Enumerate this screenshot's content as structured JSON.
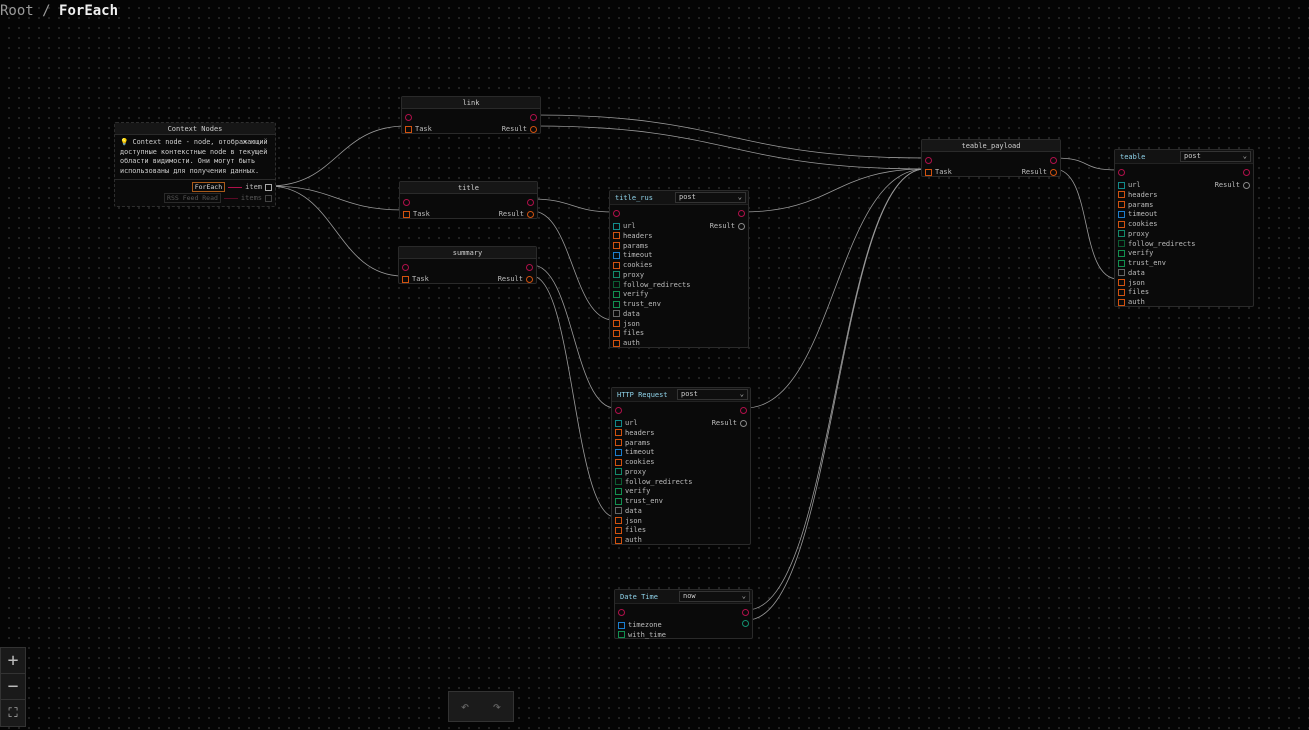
{
  "breadcrumb": {
    "root": "Root",
    "separator": "/",
    "current": "ForEach"
  },
  "context_node": {
    "title": "Context Nodes",
    "description": "💡 Context node - node, отображающий доступные контекстные node в текущей области видимости. Они могут быть использованы для получения данных.",
    "items": [
      {
        "source": "ForEach",
        "port": "item",
        "active": true
      },
      {
        "source": "RSS Feed Read",
        "port": "items",
        "active": false
      }
    ]
  },
  "nodes": [
    {
      "id": "link",
      "title": "link",
      "type": "task",
      "inputs": [
        "Task"
      ],
      "output": "Result"
    },
    {
      "id": "title",
      "title": "title",
      "type": "task",
      "inputs": [
        "Task"
      ],
      "output": "Result"
    },
    {
      "id": "summary",
      "title": "summary",
      "type": "task",
      "inputs": [
        "Task"
      ],
      "output": "Result"
    },
    {
      "id": "teable_payload",
      "title": "teable_payload",
      "type": "task",
      "inputs": [
        "Task"
      ],
      "output": "Result"
    },
    {
      "id": "title_rus",
      "title": "title_rus",
      "type": "http",
      "method": "post",
      "output": "Result",
      "inputs": [
        "url",
        "headers",
        "params",
        "timeout",
        "cookies",
        "proxy",
        "follow_redirects",
        "verify",
        "trust_env",
        "data",
        "json",
        "files",
        "auth"
      ]
    },
    {
      "id": "http_request",
      "title": "HTTP Request",
      "type": "http",
      "method": "post",
      "output": "Result",
      "inputs": [
        "url",
        "headers",
        "params",
        "timeout",
        "cookies",
        "proxy",
        "follow_redirects",
        "verify",
        "trust_env",
        "data",
        "json",
        "files",
        "auth"
      ]
    },
    {
      "id": "teable",
      "title": "teable",
      "type": "http",
      "method": "post",
      "output": "Result",
      "inputs": [
        "url",
        "headers",
        "params",
        "timeout",
        "cookies",
        "proxy",
        "follow_redirects",
        "verify",
        "trust_env",
        "data",
        "json",
        "files",
        "auth"
      ]
    },
    {
      "id": "date_time",
      "title": "Date Time",
      "type": "dt",
      "method": "now",
      "inputs": [
        "timezone",
        "with_time"
      ]
    }
  ],
  "port_colors": {
    "url": "#128a8a",
    "headers": "#d2520f",
    "params": "#d2520f",
    "timeout": "#1a7fd0",
    "cookies": "#d2520f",
    "proxy": "#138a6a",
    "follow_redirects": "#0c5e34",
    "verify": "#129050",
    "trust_env": "#129050",
    "data": "#666666",
    "json": "#d2520f",
    "files": "#d2520f",
    "auth": "#d2520f",
    "timezone": "#1a7fd0",
    "with_time": "#129050",
    "Task": "#d2520f"
  },
  "controls": {
    "zoom_in": "+",
    "zoom_out": "−",
    "fit": "⛶",
    "undo": "↶",
    "redo": "↷"
  }
}
